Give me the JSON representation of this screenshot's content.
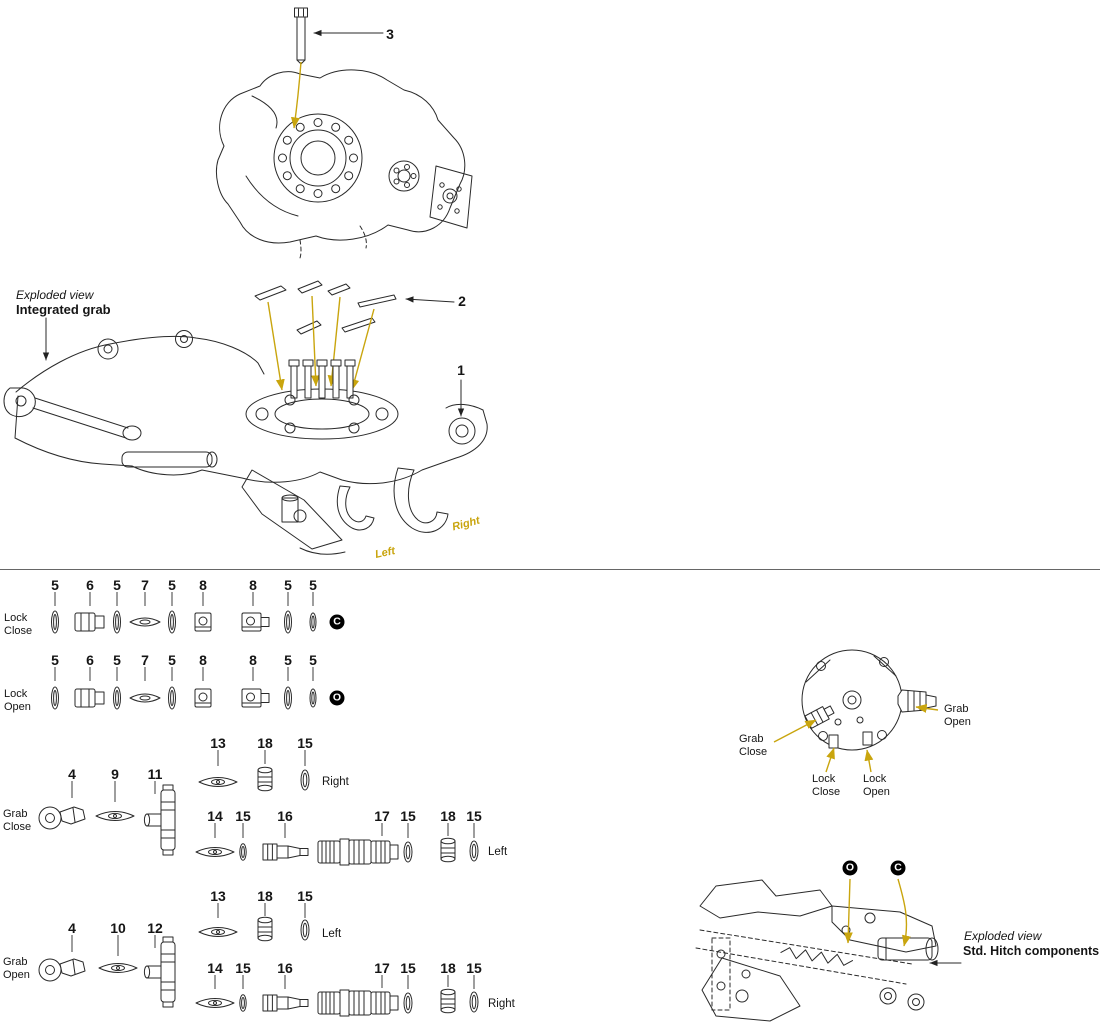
{
  "colors": {
    "accent": "#c9a50e",
    "ink": "#1a1a1a"
  },
  "top": {
    "exploded_view": "Exploded view",
    "title": "Integrated grab",
    "callout_1": "1",
    "callout_2": "2",
    "callout_3": "3",
    "right_label": "Right",
    "left_label": "Left"
  },
  "lock_close": {
    "label": [
      "Lock",
      "Close"
    ],
    "nums": [
      "5",
      "6",
      "5",
      "7",
      "5",
      "8",
      "8",
      "5",
      "5"
    ],
    "badge": "C"
  },
  "lock_open": {
    "label": [
      "Lock",
      "Open"
    ],
    "nums": [
      "5",
      "6",
      "5",
      "7",
      "5",
      "8",
      "8",
      "5",
      "5"
    ],
    "badge": "O"
  },
  "grab_close": {
    "label": [
      "Grab",
      "Close"
    ],
    "main_nums": [
      "4",
      "9",
      "11"
    ],
    "upper_nums": [
      "13",
      "18",
      "15"
    ],
    "upper_side": "Right",
    "lower_nums": [
      "14",
      "15",
      "16",
      "17",
      "15",
      "18",
      "15"
    ],
    "lower_side": "Left"
  },
  "grab_open": {
    "label": [
      "Grab",
      "Open"
    ],
    "main_nums": [
      "4",
      "10",
      "12"
    ],
    "upper_nums": [
      "13",
      "18",
      "15"
    ],
    "upper_side": "Left",
    "lower_nums": [
      "14",
      "15",
      "16",
      "17",
      "15",
      "18",
      "15"
    ],
    "lower_side": "Right"
  },
  "rotary": {
    "grab_open": [
      "Grab",
      "Open"
    ],
    "grab_close": [
      "Grab",
      "Close"
    ],
    "lock_close": [
      "Lock",
      "Close"
    ],
    "lock_open": [
      "Lock",
      "Open"
    ]
  },
  "std_hitch": {
    "badge_open": "O",
    "badge_close": "C",
    "exploded_view": "Exploded view",
    "title": "Std. Hitch components"
  }
}
